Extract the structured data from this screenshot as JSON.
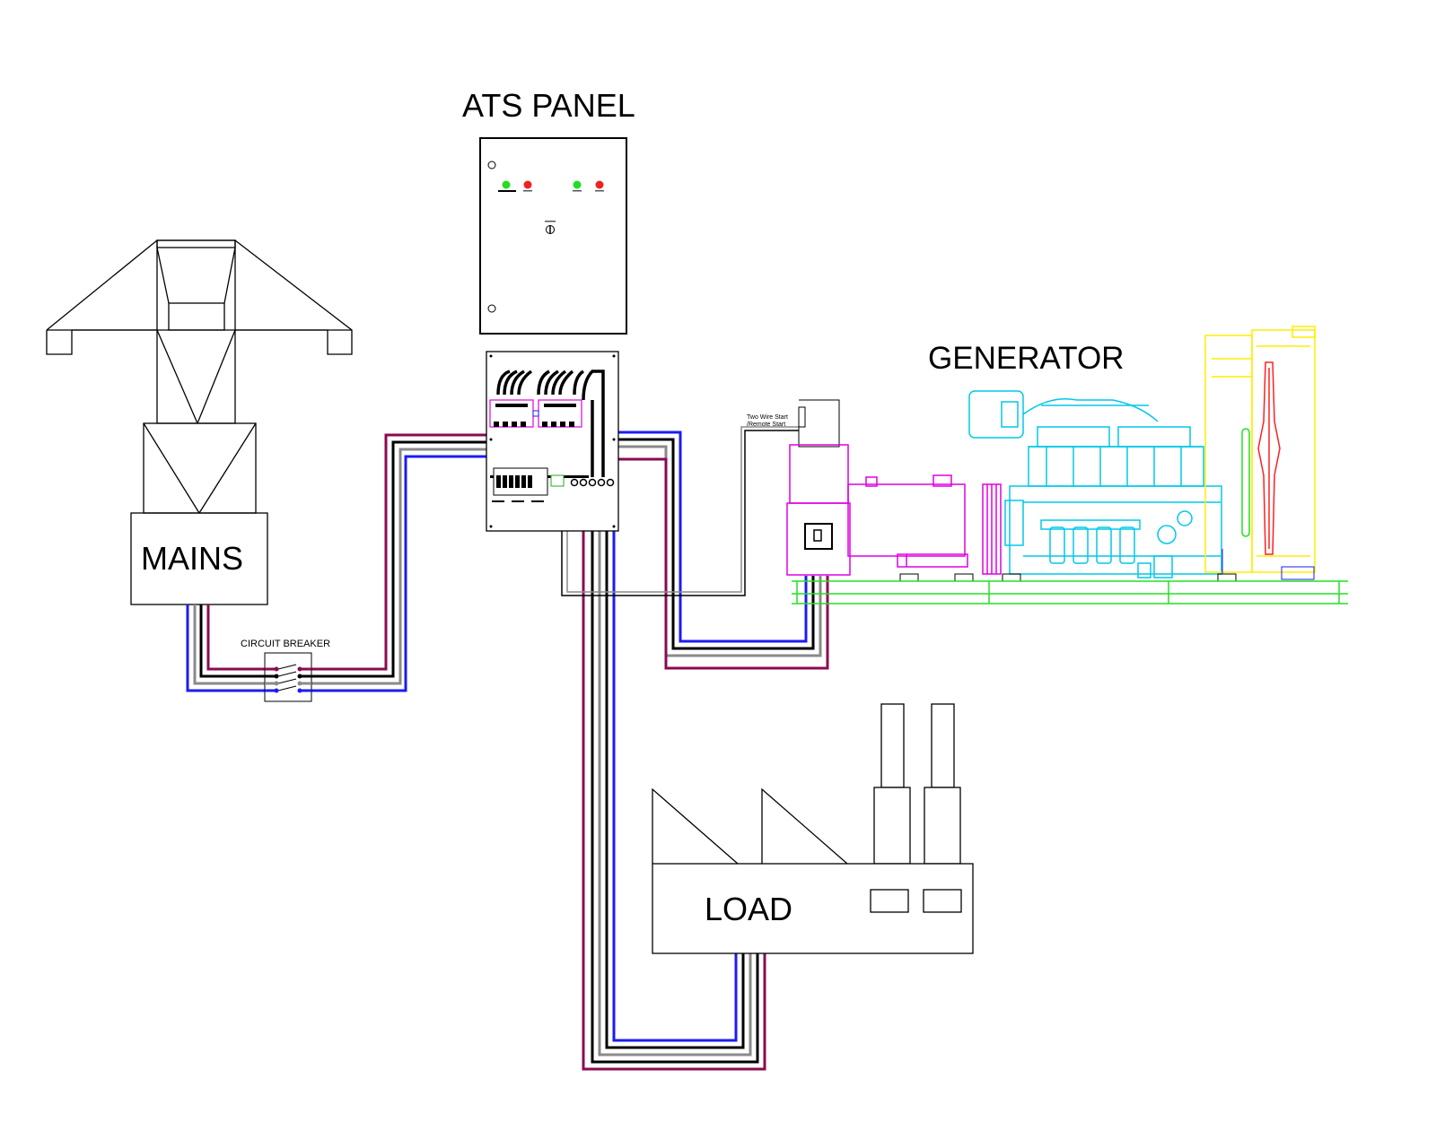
{
  "labels": {
    "ats_panel": "ATS PANEL",
    "generator": "GENERATOR",
    "mains": "MAINS",
    "load": "LOAD",
    "circuit_breaker": "CIRCUIT BREAKER",
    "two_wire_start": "Two Wire Start",
    "remote_start": "/Remote Start"
  },
  "colors": {
    "phase_red": "#8b0a50",
    "phase_black": "#000000",
    "phase_grey": "#8a8a8a",
    "neutral_blue": "#1c1cf0",
    "generator_alternator": "#e000e0",
    "generator_engine": "#00c8e8",
    "generator_radiator": "#ffee00",
    "generator_fan": "#ff2020",
    "base_frame": "#22e022",
    "indicator_green": "#22dd22",
    "indicator_red": "#ee2222"
  },
  "icons": {
    "transmission_tower": "transmission-tower-icon",
    "factory": "factory-icon",
    "generator": "generator-set-icon",
    "ats_cabinet": "ats-cabinet-icon",
    "breaker": "breaker-icon"
  }
}
